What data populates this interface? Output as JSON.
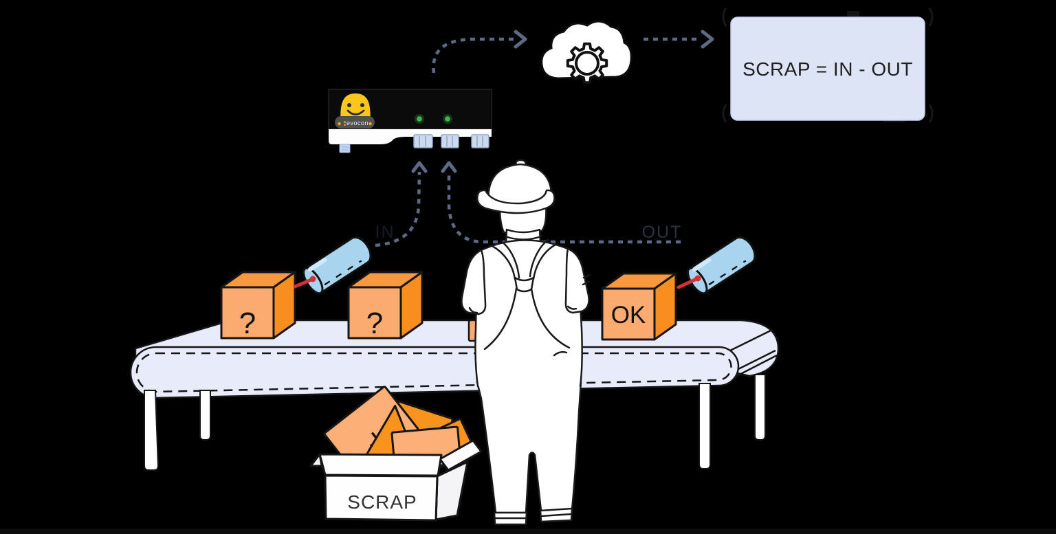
{
  "device": {
    "brand": "evocon",
    "status_leds": 2
  },
  "screen": {
    "formula": "SCRAP = IN - OUT"
  },
  "labels": {
    "in": "IN",
    "out": "OUT"
  },
  "boxes": [
    {
      "mark": "?"
    },
    {
      "mark": "?"
    },
    {
      "mark": "OK"
    }
  ],
  "scrap": {
    "label": "SCRAP"
  },
  "icons": {
    "cloud": "cloud-icon",
    "gear": "gear-icon",
    "mascot": "evocon-mascot-icon",
    "sensor_in": "photo-sensor-icon",
    "sensor_out": "photo-sensor-icon",
    "leds": "status-led-icon"
  },
  "colors": {
    "background": "#000000",
    "dash_arrow": "#5d6a85",
    "box_front": "#fbab6f",
    "box_top": "#f8993f",
    "box_side": "#f88d20",
    "conveyor": "#e8ecfa",
    "sensor_body": "#a9d4ef",
    "laser_red": "#d23136",
    "screen_bg": "#dce4f6",
    "mascot_yellow": "#fec61d",
    "led_green": "#41b64e"
  }
}
